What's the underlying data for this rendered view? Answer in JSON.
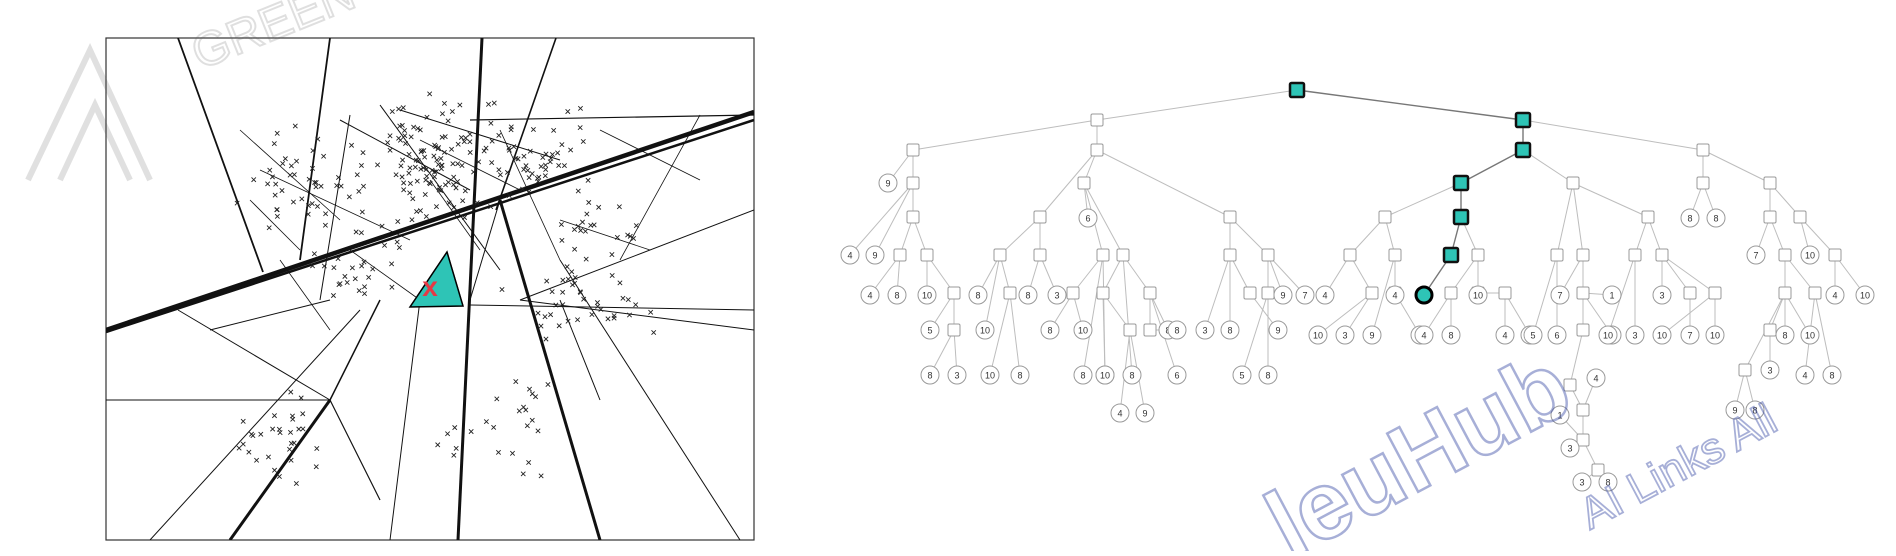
{
  "partition_figure": {
    "query_marker": "x"
  },
  "tree": {
    "leaves": [
      {
        "id": "a1",
        "parent": "a",
        "label": "9"
      },
      {
        "id": "aa1",
        "parent": "aa",
        "label": "4"
      },
      {
        "id": "aa2",
        "parent": "aa",
        "label": "9"
      },
      {
        "id": "aba1",
        "parent": "aba",
        "label": "4"
      },
      {
        "id": "aba2",
        "parent": "aba",
        "label": "8"
      },
      {
        "id": "abb1",
        "parent": "abb",
        "label": "10"
      },
      {
        "id": "abc1",
        "parent": "abc",
        "label": "5"
      },
      {
        "id": "abd1",
        "parent": "abd",
        "label": "8"
      },
      {
        "id": "abd2",
        "parent": "abd",
        "label": "3"
      },
      {
        "id": "bb1",
        "parent": "bb",
        "label": "6"
      },
      {
        "id": "baa1",
        "parent": "baa",
        "label": "8"
      },
      {
        "id": "baa2",
        "parent": "baa",
        "label": "10"
      },
      {
        "id": "bab1",
        "parent": "bab",
        "label": "8"
      },
      {
        "id": "bab2",
        "parent": "bab",
        "label": "3"
      },
      {
        "id": "bac1",
        "parent": "bac",
        "label": "10"
      },
      {
        "id": "bac2",
        "parent": "bac",
        "label": "8"
      },
      {
        "id": "bba1",
        "parent": "bba",
        "label": "8"
      },
      {
        "id": "bba2",
        "parent": "bba",
        "label": "10"
      },
      {
        "id": "bbb1",
        "parent": "bbb",
        "label": "8"
      },
      {
        "id": "bbb2",
        "parent": "bbb",
        "label": "4"
      },
      {
        "id": "bbc1",
        "parent": "bbc",
        "label": "8"
      },
      {
        "id": "bbd1",
        "parent": "bbd",
        "label": "10"
      },
      {
        "id": "bbe1",
        "parent": "bbe",
        "label": "4"
      },
      {
        "id": "bbe2",
        "parent": "bbe",
        "label": "9"
      },
      {
        "id": "bbf1",
        "parent": "bbf",
        "label": "8"
      },
      {
        "id": "bbf2",
        "parent": "bbf",
        "label": "6"
      },
      {
        "id": "bbg1",
        "parent": "bbg",
        "label": "8"
      },
      {
        "id": "bca1",
        "parent": "bca",
        "label": "3"
      },
      {
        "id": "bca2",
        "parent": "bca",
        "label": "8"
      },
      {
        "id": "bcb1",
        "parent": "bcb",
        "label": "9"
      },
      {
        "id": "bcb2",
        "parent": "bcb",
        "label": "7"
      },
      {
        "id": "bcc1",
        "parent": "bcc",
        "label": "9"
      },
      {
        "id": "bcd1",
        "parent": "bcd",
        "label": "5"
      },
      {
        "id": "bcd2",
        "parent": "bcd",
        "label": "8"
      },
      {
        "id": "cda1",
        "parent": "cda",
        "label": "4"
      },
      {
        "id": "cdb1",
        "parent": "cdb",
        "label": "10"
      },
      {
        "id": "cdb2",
        "parent": "cdb",
        "label": "3"
      },
      {
        "id": "cdc1",
        "parent": "cdc",
        "label": "4"
      },
      {
        "id": "cdc2",
        "parent": "cdc",
        "label": "9"
      },
      {
        "id": "cdd1",
        "parent": "cdd",
        "label": "4"
      },
      {
        "id": "caaa1",
        "parent": "caaa",
        "label": "4"
      },
      {
        "id": "caaa2",
        "parent": "caaa",
        "label": "8"
      },
      {
        "id": "caab1",
        "parent": "caab",
        "label": "10"
      },
      {
        "id": "caac1",
        "parent": "caac",
        "label": "4"
      },
      {
        "id": "caac2",
        "parent": "caac",
        "label": "8"
      },
      {
        "id": "cba1",
        "parent": "cba",
        "label": "5"
      },
      {
        "id": "cba2",
        "parent": "cba",
        "label": "6"
      },
      {
        "id": "cbb1",
        "parent": "cbb",
        "label": "7"
      },
      {
        "id": "cbc1",
        "parent": "cbc",
        "label": "1"
      },
      {
        "id": "cbc2",
        "parent": "cbc",
        "label": "1"
      },
      {
        "id": "cbf1",
        "parent": "cbf",
        "label": "4"
      },
      {
        "id": "cbg1",
        "parent": "cbg",
        "label": "1"
      },
      {
        "id": "cbg2",
        "parent": "cbg",
        "label": "3"
      },
      {
        "id": "cbh1",
        "parent": "cbh",
        "label": "3"
      },
      {
        "id": "cbh2",
        "parent": "cbh",
        "label": "8"
      },
      {
        "id": "cca1",
        "parent": "cca",
        "label": "10"
      },
      {
        "id": "cca2",
        "parent": "cca",
        "label": "3"
      },
      {
        "id": "ccb1",
        "parent": "ccb",
        "label": "3"
      },
      {
        "id": "ccc1",
        "parent": "ccc",
        "label": "7"
      },
      {
        "id": "ccd1",
        "parent": "ccd",
        "label": "10"
      },
      {
        "id": "ccd2",
        "parent": "ccd",
        "label": "10"
      },
      {
        "id": "da1",
        "parent": "da",
        "label": "8"
      },
      {
        "id": "da2",
        "parent": "da",
        "label": "8"
      },
      {
        "id": "dba1",
        "parent": "dba",
        "label": "7"
      },
      {
        "id": "dbb1",
        "parent": "dbb",
        "label": "10"
      },
      {
        "id": "dbc1",
        "parent": "dbc",
        "label": "4"
      },
      {
        "id": "dbc2",
        "parent": "dbc",
        "label": "10"
      },
      {
        "id": "dbd1",
        "parent": "dbd",
        "label": "8"
      },
      {
        "id": "dbe1",
        "parent": "dbe",
        "label": "10"
      },
      {
        "id": "dbf1",
        "parent": "dbf",
        "label": "4"
      },
      {
        "id": "dbf2",
        "parent": "dbf",
        "label": "8"
      },
      {
        "id": "dbg1",
        "parent": "dbg",
        "label": "9"
      },
      {
        "id": "dbg2",
        "parent": "dbg",
        "label": "8"
      },
      {
        "id": "dbh1",
        "parent": "dbh",
        "label": "3"
      }
    ],
    "highlighted_path": [
      "root",
      "c0",
      "c",
      "ca",
      "caa",
      "cab",
      "query-leaf"
    ]
  },
  "watermarks": {
    "left_text": "GREEN",
    "right_text": "leuHub",
    "right_subtext": "AI Links All"
  },
  "colors": {
    "highlight_fill": "#2ec4b6",
    "query_cross": "#e63946",
    "node_stroke": "#9a9a9a",
    "edge": "#bdbdbd",
    "watermark": "#3d4fa8"
  }
}
